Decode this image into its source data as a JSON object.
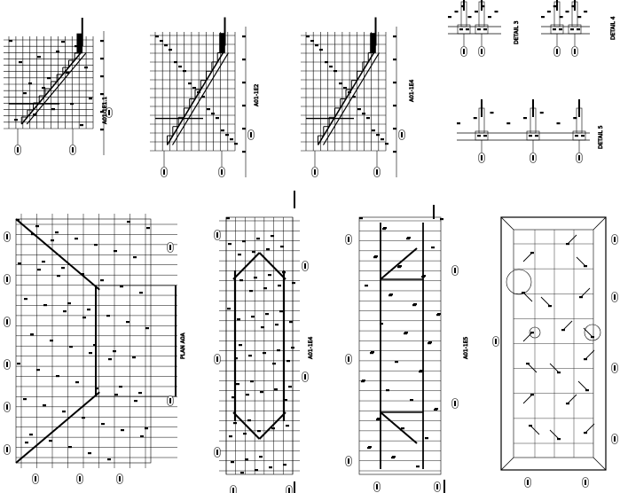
{
  "sheet": {
    "background": "#ffffff",
    "ink": "#000000"
  },
  "views": [
    {
      "id": "section-1",
      "kind": "stair-section",
      "title": "A01-1E1.1"
    },
    {
      "id": "section-2",
      "kind": "stair-section",
      "title": "A01-1E2"
    },
    {
      "id": "section-3",
      "kind": "stair-section",
      "title": "A01-1E4"
    },
    {
      "id": "detail-1",
      "kind": "connection-detail",
      "title": "DETAIL 3"
    },
    {
      "id": "detail-2",
      "kind": "connection-detail",
      "title": "DETAIL 4"
    },
    {
      "id": "detail-3",
      "kind": "connection-detail",
      "title": "DETAIL 5"
    },
    {
      "id": "plan-1",
      "kind": "roof-framing-plan",
      "title": "PLAN A0A"
    },
    {
      "id": "plan-2",
      "kind": "roof-framing-plan",
      "title": "A01-1E4"
    },
    {
      "id": "plan-3",
      "kind": "roof-framing-plan",
      "title": "A01-1E5"
    },
    {
      "id": "plan-4",
      "kind": "layout-plan",
      "title": ""
    }
  ]
}
